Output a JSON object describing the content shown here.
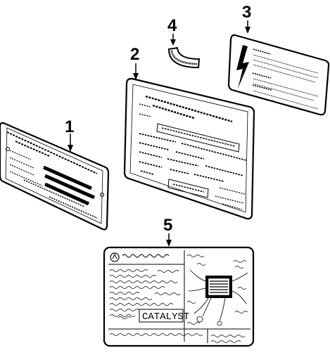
{
  "diagram": {
    "callouts": [
      {
        "id": 1,
        "label": "1"
      },
      {
        "id": 2,
        "label": "2"
      },
      {
        "id": 3,
        "label": "3"
      },
      {
        "id": 4,
        "label": "4"
      },
      {
        "id": 5,
        "label": "5"
      }
    ],
    "emission_label": {
      "catalyst_text": "CATALYST"
    }
  }
}
